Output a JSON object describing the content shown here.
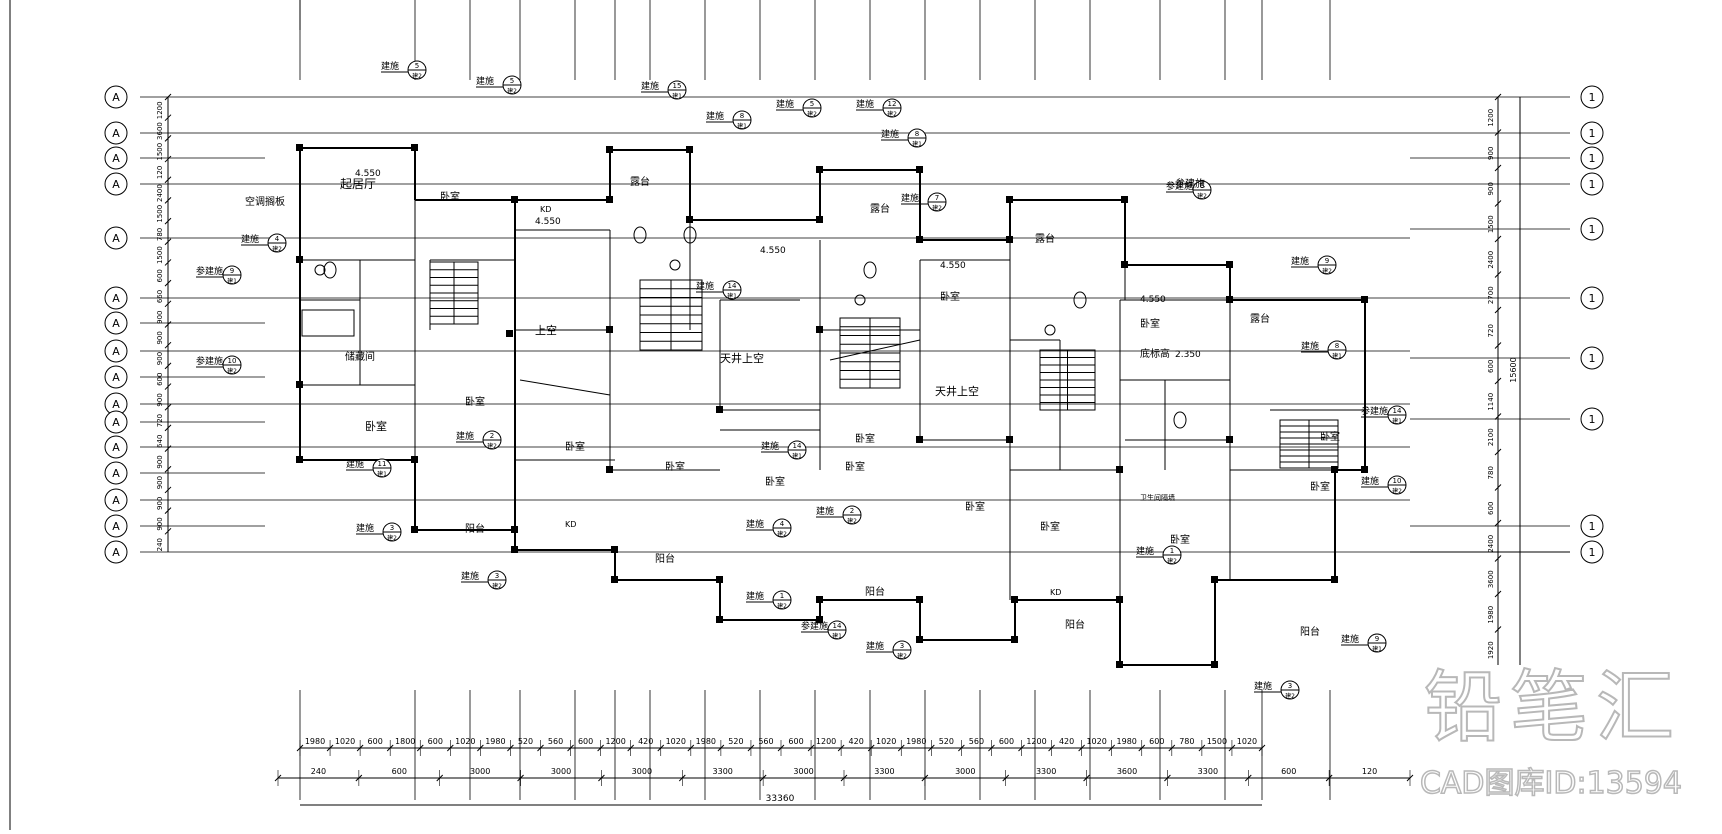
{
  "axes_left": [
    "A",
    "A",
    "A",
    "A",
    "A",
    "A",
    "A",
    "A",
    "A",
    "A",
    "A",
    "A",
    "A",
    "A",
    "A",
    "A"
  ],
  "axes_right": [
    "1",
    "1",
    "1",
    "1",
    "1",
    "1",
    "1",
    "1",
    "1",
    "1"
  ],
  "rooms": [
    {
      "key": "living",
      "text": "起居厅"
    },
    {
      "key": "elev1",
      "text": "4.550"
    },
    {
      "key": "aircon",
      "text": "空调搁板"
    },
    {
      "key": "bed1",
      "text": "卧室"
    },
    {
      "key": "stor1",
      "text": "储藏间"
    },
    {
      "key": "bed2",
      "text": "卧室"
    },
    {
      "key": "bed3",
      "text": "卧室"
    },
    {
      "key": "balc1",
      "text": "阳台"
    },
    {
      "key": "elev2",
      "text": "4.550"
    },
    {
      "key": "kd1",
      "text": "KD"
    },
    {
      "key": "up1",
      "text": "上空"
    },
    {
      "key": "terr1",
      "text": "露台"
    },
    {
      "key": "bed4",
      "text": "卧室"
    },
    {
      "key": "bed5",
      "text": "卧室"
    },
    {
      "key": "balc2",
      "text": "阳台"
    },
    {
      "key": "elev3",
      "text": "4.550"
    },
    {
      "key": "well1",
      "text": "天井上空"
    },
    {
      "key": "bed6",
      "text": "卧室"
    },
    {
      "key": "bed7",
      "text": "卧室"
    },
    {
      "key": "terr2",
      "text": "露台"
    },
    {
      "key": "bed8",
      "text": "卧室"
    },
    {
      "key": "balc3",
      "text": "阳台"
    },
    {
      "key": "elev4",
      "text": "4.550"
    },
    {
      "key": "bed9",
      "text": "卧室"
    },
    {
      "key": "well2",
      "text": "天井上空"
    },
    {
      "key": "bed10",
      "text": "卧室"
    },
    {
      "key": "bed11",
      "text": "卧室"
    },
    {
      "key": "balc4",
      "text": "阳台"
    },
    {
      "key": "terr3",
      "text": "露台"
    },
    {
      "key": "elev5",
      "text": "4.550"
    },
    {
      "key": "bed12",
      "text": "卧室"
    },
    {
      "key": "eave",
      "text": "底标高"
    },
    {
      "key": "elev6",
      "text": "2.350"
    },
    {
      "key": "terr4",
      "text": "露台"
    },
    {
      "key": "bed13",
      "text": "卧室"
    },
    {
      "key": "bed14",
      "text": "卧室"
    },
    {
      "key": "balc5",
      "text": "阳台"
    },
    {
      "key": "bed15",
      "text": "卧室"
    },
    {
      "key": "bath",
      "text": "卫生间隔墙"
    },
    {
      "key": "cross",
      "text": "参建施"
    },
    {
      "key": "kd2",
      "text": "KD"
    },
    {
      "key": "kd3",
      "text": "KD"
    }
  ],
  "refs": [
    {
      "key": "r1",
      "label": "建施",
      "num": "5",
      "sheet": "建2"
    },
    {
      "key": "r2",
      "label": "建施",
      "num": "5",
      "sheet": "建2"
    },
    {
      "key": "r3",
      "label": "建施",
      "num": "4",
      "sheet": "建2"
    },
    {
      "key": "r4",
      "label": "参建施",
      "num": "9",
      "sheet": "建1"
    },
    {
      "key": "r5",
      "label": "参建施",
      "num": "10",
      "sheet": "建2"
    },
    {
      "key": "r6",
      "label": "建施",
      "num": "2",
      "sheet": "建2"
    },
    {
      "key": "r7",
      "label": "建施",
      "num": "11",
      "sheet": "建1"
    },
    {
      "key": "r8",
      "label": "建施",
      "num": "3",
      "sheet": "建2"
    },
    {
      "key": "r9",
      "label": "建施",
      "num": "3",
      "sheet": "建2"
    },
    {
      "key": "r10",
      "label": "建施",
      "num": "15",
      "sheet": "建1"
    },
    {
      "key": "r11",
      "label": "建施",
      "num": "8",
      "sheet": "建1"
    },
    {
      "key": "r12",
      "label": "建施",
      "num": "5",
      "sheet": "建2"
    },
    {
      "key": "r13",
      "label": "建施",
      "num": "12",
      "sheet": "建2"
    },
    {
      "key": "r14",
      "label": "建施",
      "num": "8",
      "sheet": "建1"
    },
    {
      "key": "r15",
      "label": "建施",
      "num": "7",
      "sheet": "建2"
    },
    {
      "key": "r16",
      "label": "建施",
      "num": "14",
      "sheet": "建1"
    },
    {
      "key": "r17",
      "label": "建施",
      "num": "4",
      "sheet": "建2"
    },
    {
      "key": "r18",
      "label": "建施",
      "num": "2",
      "sheet": "建2"
    },
    {
      "key": "r19",
      "label": "建施",
      "num": "1",
      "sheet": "建2"
    },
    {
      "key": "r20",
      "label": "参建施",
      "num": "14",
      "sheet": "建1"
    },
    {
      "key": "r21",
      "label": "建施",
      "num": "3",
      "sheet": "建2"
    },
    {
      "key": "r22",
      "label": "参建施",
      "num": "6",
      "sheet": "建2"
    },
    {
      "key": "r23",
      "label": "建施",
      "num": "9",
      "sheet": "建2"
    },
    {
      "key": "r24",
      "label": "建施",
      "num": "8",
      "sheet": "建1"
    },
    {
      "key": "r25",
      "label": "参建施",
      "num": "14",
      "sheet": "建1"
    },
    {
      "key": "r26",
      "label": "建施",
      "num": "10",
      "sheet": "建2"
    },
    {
      "key": "r27",
      "label": "建施",
      "num": "1",
      "sheet": "建2"
    },
    {
      "key": "r28",
      "label": "建施",
      "num": "9",
      "sheet": "建1"
    },
    {
      "key": "r29",
      "label": "建施",
      "num": "3",
      "sheet": "建2"
    },
    {
      "key": "r30",
      "label": "建施",
      "num": "14",
      "sheet": "建1"
    }
  ],
  "dims_left": [
    "1200",
    "3600",
    "1500",
    "120",
    "2400",
    "1500",
    "780",
    "1500",
    "600",
    "660",
    "900",
    "900",
    "900",
    "600",
    "900",
    "720",
    "640",
    "900",
    "900",
    "900",
    "900",
    "240"
  ],
  "dims_right": [
    "1200",
    "900",
    "900",
    "1500",
    "2400",
    "2700",
    "720",
    "600",
    "1140",
    "2100",
    "780",
    "600",
    "2400",
    "3600",
    "1980",
    "1920",
    "15600"
  ],
  "dims_bottom1": [
    "1980",
    "1020",
    "600",
    "1800",
    "600",
    "1020",
    "1980",
    "520",
    "560",
    "600",
    "1200",
    "420",
    "1020",
    "1980",
    "520",
    "560",
    "600",
    "1200",
    "420",
    "1020",
    "1980",
    "520",
    "560",
    "600",
    "1200",
    "420",
    "1020",
    "1980",
    "600",
    "780",
    "1500",
    "1020"
  ],
  "dims_bottom2": [
    "240",
    "600",
    "3000",
    "3000",
    "3000",
    "3300",
    "3000",
    "3300",
    "3000",
    "3300",
    "3600",
    "3300",
    "600",
    "120"
  ],
  "dim_total": "33360",
  "watermark": {
    "logo": "铅笔汇",
    "id": "CAD图库ID:13594"
  }
}
